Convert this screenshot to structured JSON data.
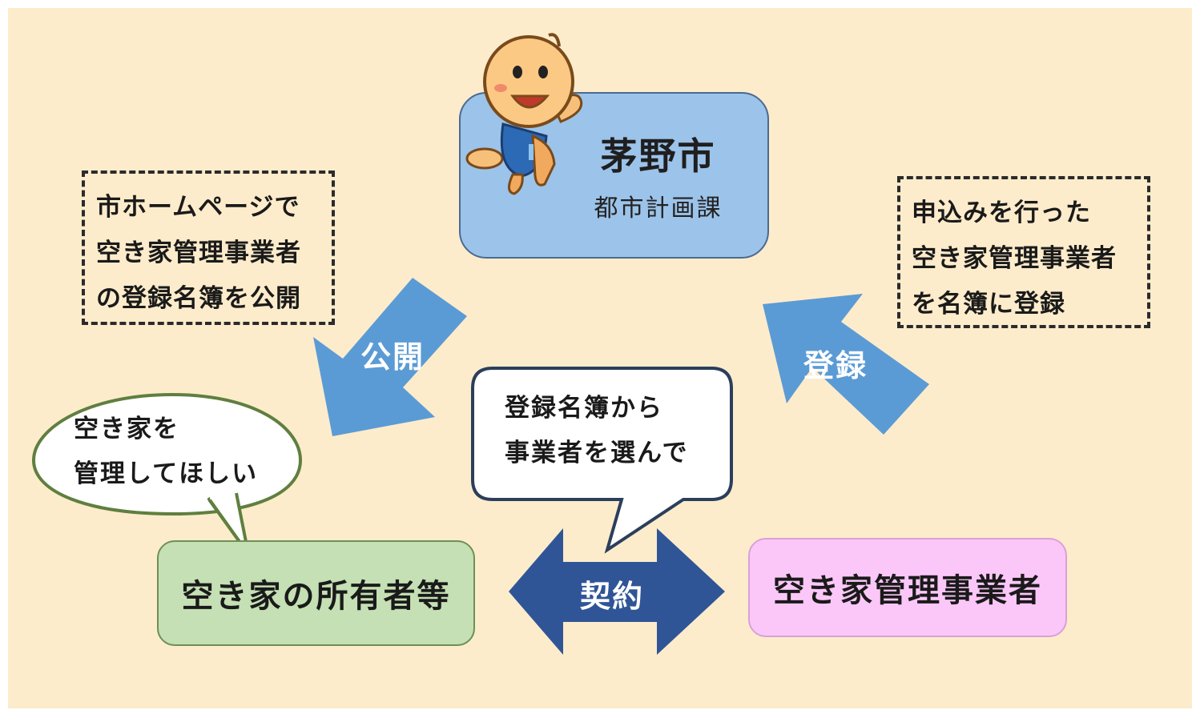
{
  "city": {
    "title": "茅野市",
    "department": "都市計画課"
  },
  "publish_note": {
    "lines": [
      "市ホームページで",
      "空き家管理事業者",
      "の登録名簿を公開"
    ]
  },
  "register_note": {
    "lines": [
      "申込みを行った",
      "空き家管理事業者",
      "を名簿に登録"
    ]
  },
  "arrows": {
    "publish": "公開",
    "register": "登録",
    "contract": "契約"
  },
  "owner_bubble": {
    "lines": [
      "空き家を",
      "管理してほしい"
    ]
  },
  "choose_bubble": {
    "lines": [
      "登録名簿から",
      "事業者を選んで"
    ]
  },
  "owner": {
    "label": "空き家の所有者等"
  },
  "manager": {
    "label": "空き家管理事業者"
  },
  "colors": {
    "background": "#fdeccb",
    "city_box": "#9cc3e9",
    "owner_box": "#c5e0b4",
    "manager_box": "#fbc7f8",
    "flow_arrow": "#5b9bd5",
    "contract_arrow": "#2f5597"
  }
}
